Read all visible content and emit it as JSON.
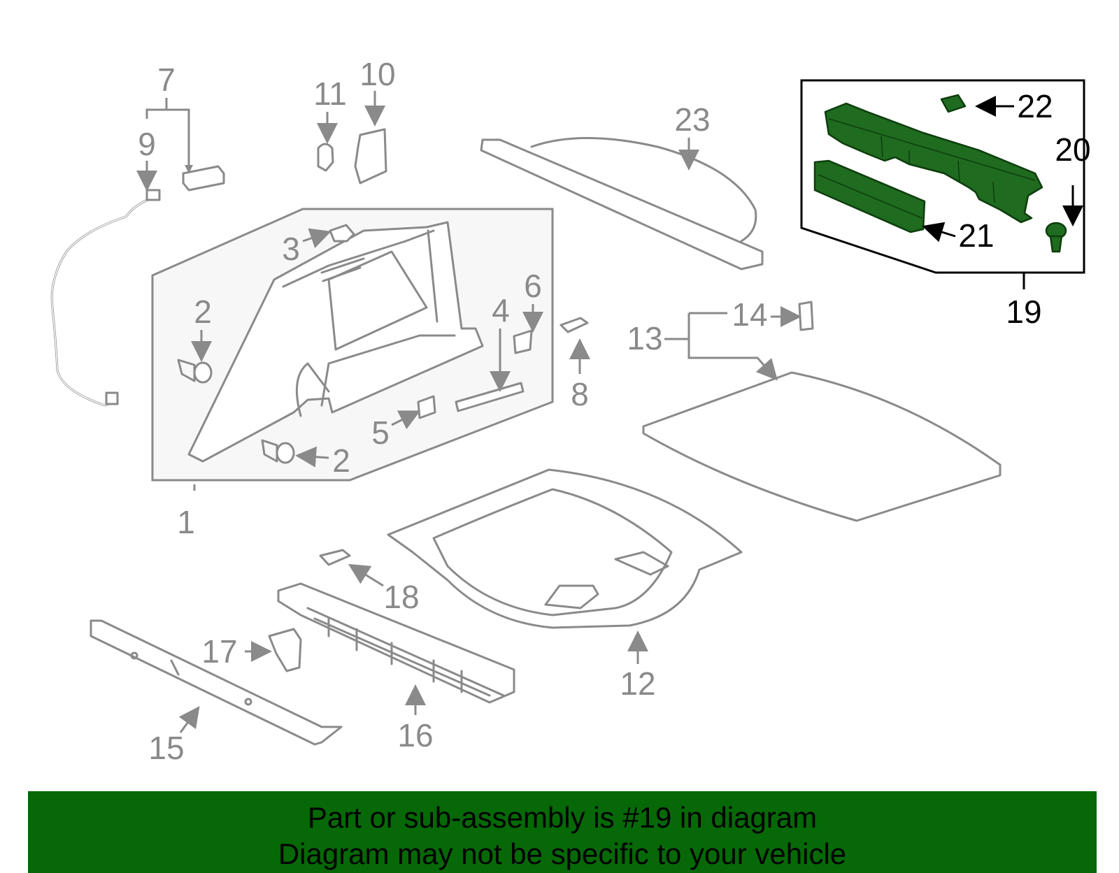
{
  "callouts": {
    "c1": "1",
    "c2a": "2",
    "c2b": "2",
    "c3": "3",
    "c4": "4",
    "c5": "5",
    "c6": "6",
    "c7": "7",
    "c8": "8",
    "c9": "9",
    "c10": "10",
    "c11": "11",
    "c12": "12",
    "c13": "13",
    "c14": "14",
    "c15": "15",
    "c16": "16",
    "c17": "17",
    "c18": "18",
    "c19": "19",
    "c20": "20",
    "c21": "21",
    "c22": "22",
    "c23": "23"
  },
  "banner": {
    "line1": "Part or sub-assembly is #19 in diagram",
    "line2": "Diagram may not be specific to your vehicle"
  },
  "colors": {
    "highlight": "#1f6b1f",
    "banner_bg": "#066807",
    "line": "#8a8a8a"
  }
}
